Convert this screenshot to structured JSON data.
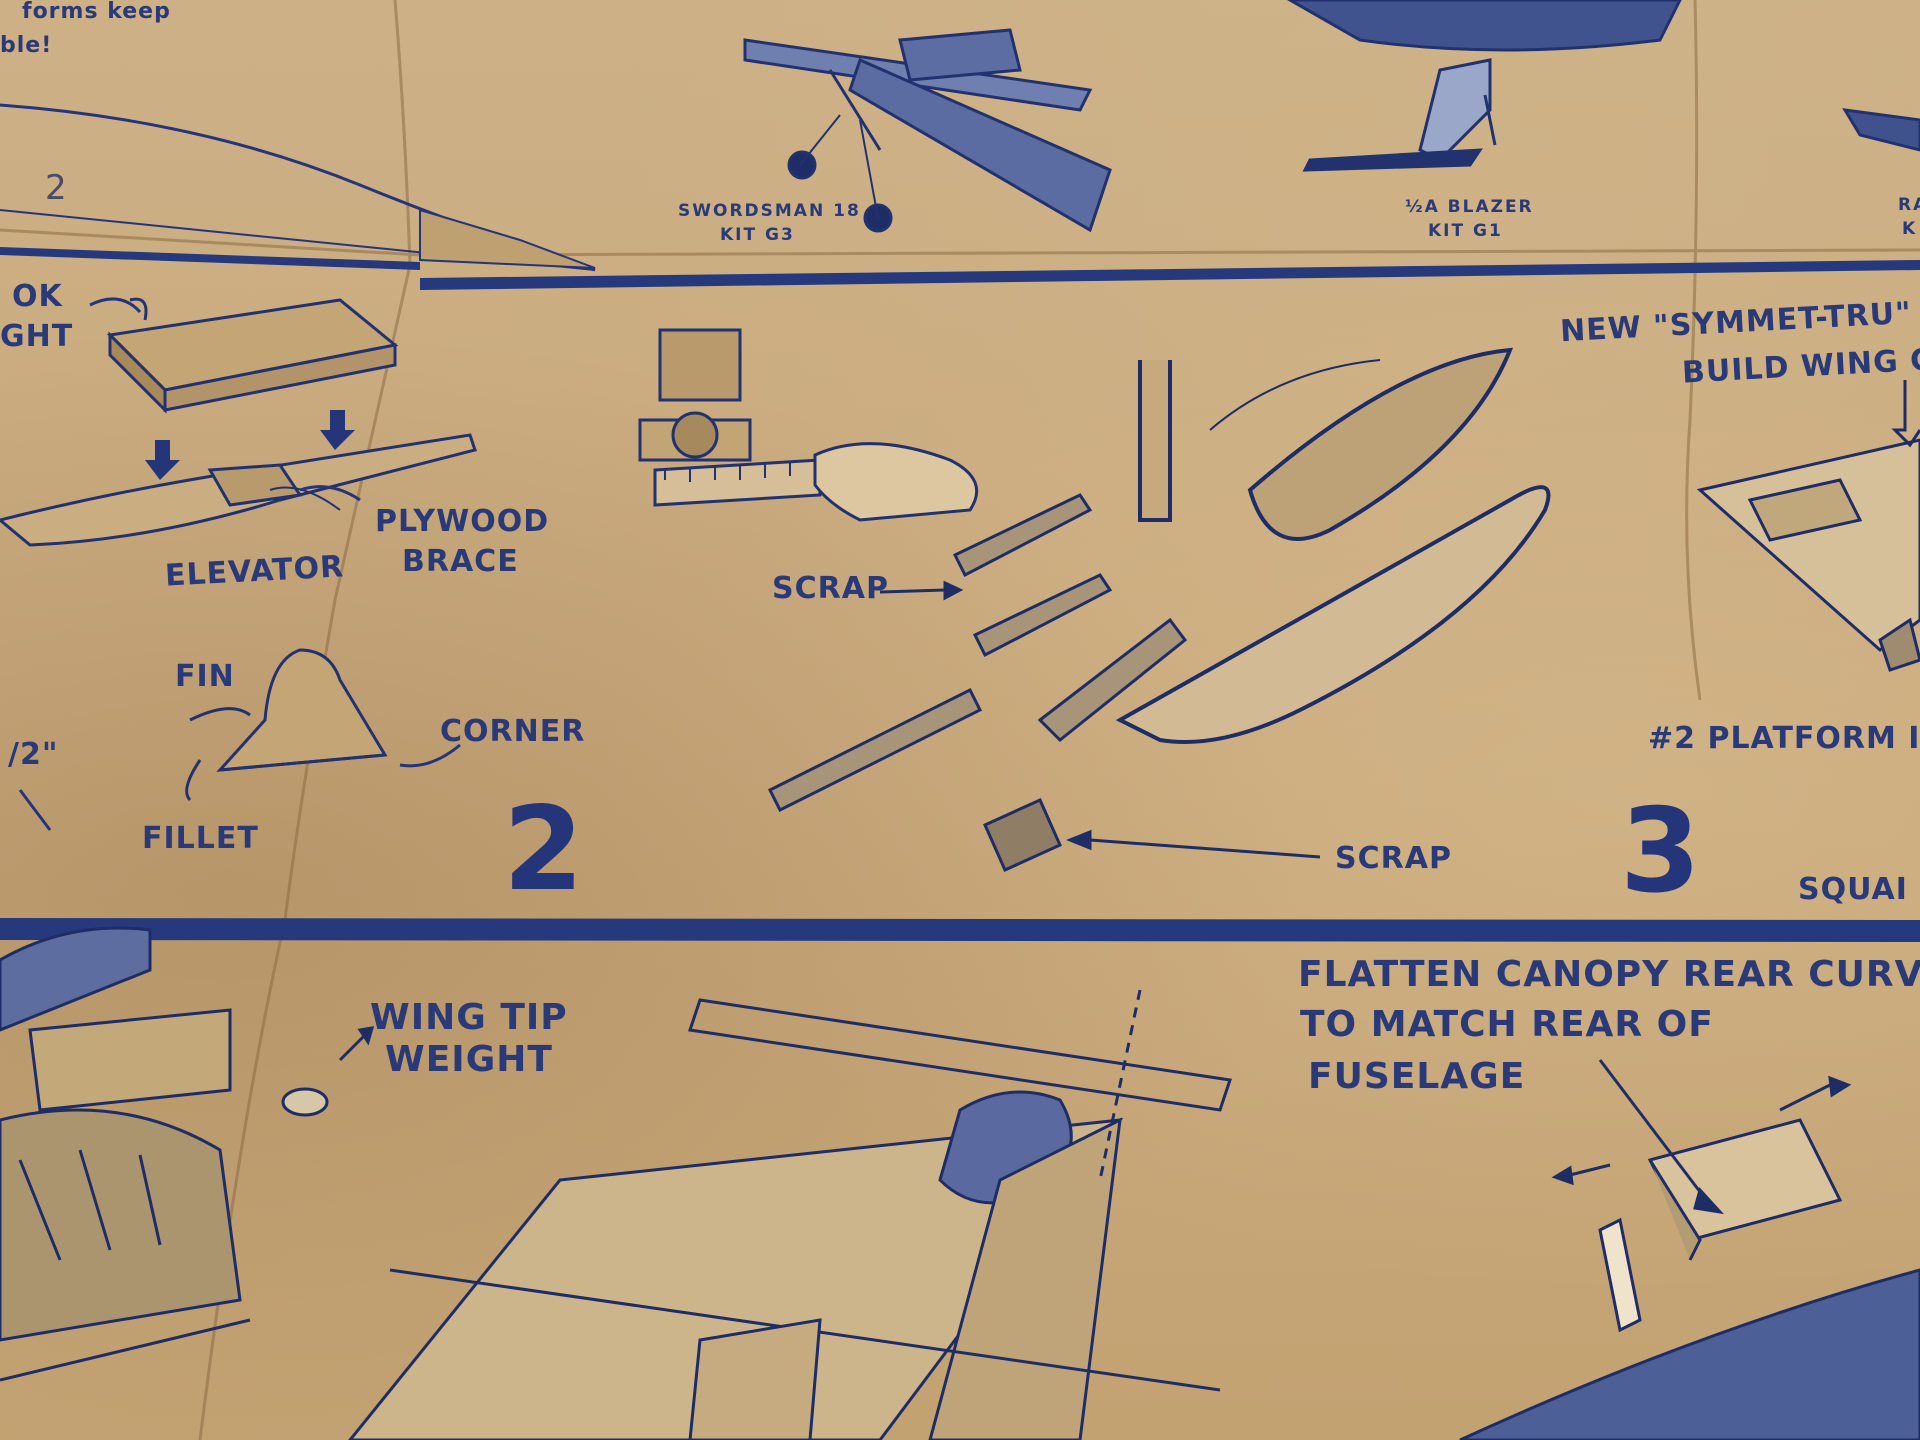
{
  "top_strip": {
    "fragment_text": "forms keep",
    "fragment_text_2": "ble!",
    "kits": [
      {
        "name": "SWORDSMAN 18",
        "kit": "KIT G3"
      },
      {
        "name": "½A BLAZER",
        "kit": "KIT G1"
      },
      {
        "name": "RA",
        "kit": "K"
      }
    ],
    "wing_number": "2"
  },
  "step2": {
    "number": "2",
    "labels": {
      "weight_partial_1": "OK",
      "weight_partial_2": "GHT",
      "plywood_brace_line1": "PLYWOOD",
      "plywood_brace_line2": "BRACE",
      "elevator": "ELEVATOR",
      "fin": "FIN",
      "corner": "CORNER",
      "fillet": "FILLET",
      "half_inch": "/2\""
    }
  },
  "center_panel": {
    "labels": {
      "scrap_upper": "SCRAP",
      "scrap_lower": "SCRAP"
    }
  },
  "step3": {
    "number": "3",
    "labels": {
      "heading": "NEW \"SYMMET-TRU\"",
      "build_wing": "BUILD WING C",
      "platform": "#2 PLATFORM I",
      "square": "SQUAI"
    }
  },
  "bottom_panel": {
    "labels": {
      "wing_tip_line1": "WING TIP",
      "wing_tip_line2": "WEIGHT",
      "canopy_line1": "FLATTEN CANOPY REAR CURVE",
      "canopy_line2": "TO MATCH REAR OF",
      "canopy_line3": "FUSELAGE"
    }
  },
  "colors": {
    "paper": "#c9a97c",
    "ink": "#2a3a78",
    "ink_dark": "#1f2d66"
  }
}
